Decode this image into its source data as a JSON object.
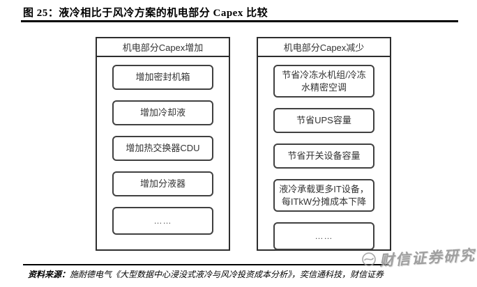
{
  "figure": {
    "title": "图 25：液冷相比于风冷方案的机电部分 Capex 比较",
    "source_label": "资料来源：",
    "source_text": "施耐德电气《大型数据中心浸没式液冷与风冷投资成本分析》，奕信通科技，财信证券"
  },
  "columns": [
    {
      "header": "机电部分Capex增加",
      "items": [
        "增加密封机箱",
        "增加冷却液",
        "增加热交换器CDU",
        "增加分液器",
        "……"
      ]
    },
    {
      "header": "机电部分Capex减少",
      "items": [
        "节省冷冻水机组/冷冻水精密空调",
        "节省UPS容量",
        "节省开关设备容量",
        "液冷承载更多IT设备，每ITkW分摊成本下降",
        "……"
      ]
    }
  ],
  "watermark": {
    "text": "财信证券研究",
    "logo_icon": "circular-seal-logo-icon",
    "color": "#8f8f8f"
  },
  "colors": {
    "background": "#ffffff",
    "title_text": "#000000",
    "rule": "#000000",
    "outer_box_border": "#2d2d2d",
    "item_box_border": "#404040",
    "box_text": "#333333",
    "watermark": "#8f8f8f"
  }
}
